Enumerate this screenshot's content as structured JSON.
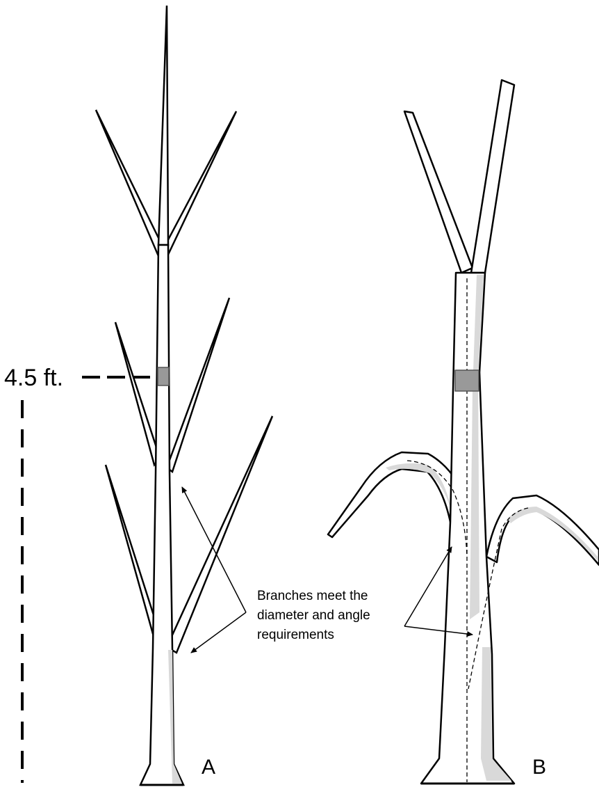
{
  "height_marker": {
    "label": "4.5 ft."
  },
  "trees": [
    {
      "label": "A"
    },
    {
      "label": "B"
    }
  ],
  "annotation": {
    "lines": [
      "Branches meet the",
      "diameter and angle",
      "requirements"
    ]
  },
  "colors": {
    "outline": "#000000",
    "bark_shade": "#d9d9d9",
    "measure_band": "#999999"
  }
}
